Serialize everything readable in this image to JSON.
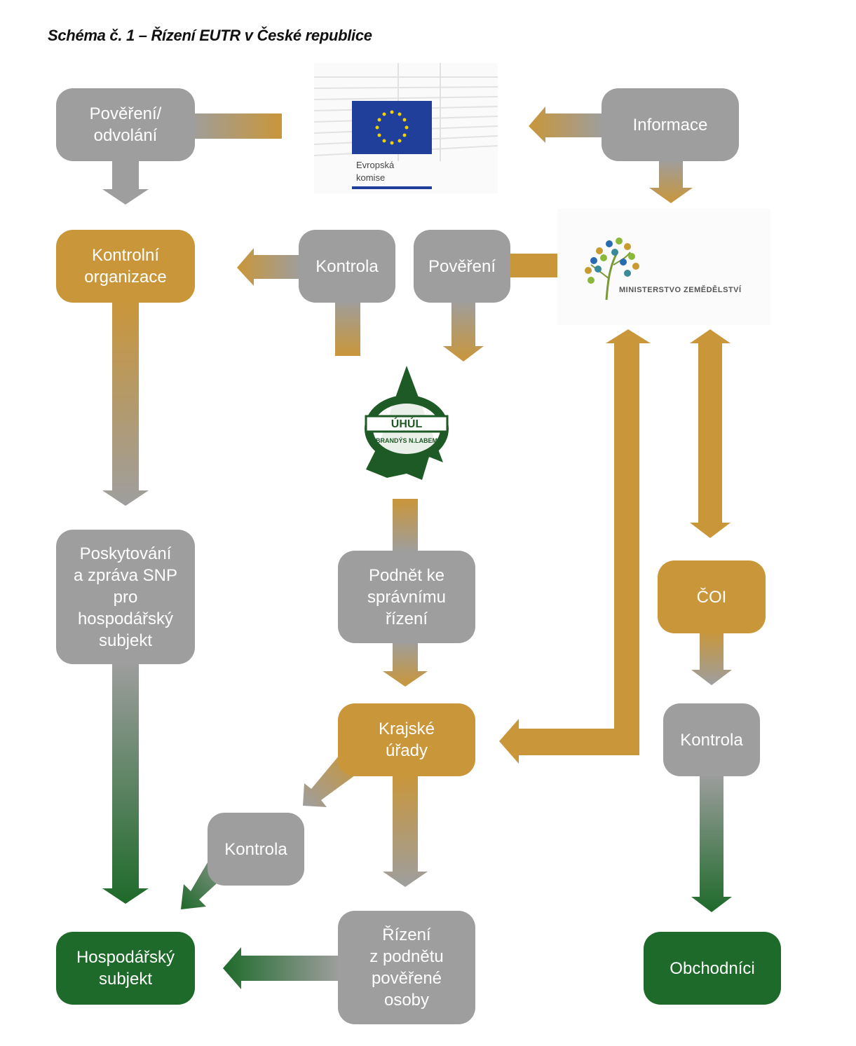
{
  "title": "Schéma č. 1 – Řízení  EUTR v České republice",
  "colors": {
    "gray": "#9e9e9e",
    "gold": "#c9963a",
    "green": "#1e6a2a",
    "eu_blue": "#1f3f9a",
    "eu_star": "#f5d000"
  },
  "eu_logo": {
    "line1": "Evropská",
    "line2": "komise"
  },
  "ministry_logo": {
    "text": "MINISTERSTVO ZEMĚDĚLSTVÍ"
  },
  "uhul_logo": {
    "name": "ÚHÚL",
    "ring": "BRANDÝS N.LABEM"
  },
  "nodes": {
    "povereni_odvolani": "Pověření/\nodvolání",
    "informace": "Informace",
    "kontrolni_organizace": "Kontrolní\norganizace",
    "kontrola_top": "Kontrola",
    "povereni": "Pověření",
    "poskytovani": "Poskytování\na zpráva SNP\npro\nhospodářský\nsubjekt",
    "podnet": "Podnět ke\nsprávnímu\nřízení",
    "coi": "ČOI",
    "krajske_urady": "Krajské\núřady",
    "kontrola_right": "Kontrola",
    "kontrola_left": "Kontrola",
    "hospodarsky_subjekt": "Hospodářský\nsubjekt",
    "rizeni": "Řízení\nz podnětu\npověřené\nosoby",
    "obchodnici": "Obchodníci"
  }
}
